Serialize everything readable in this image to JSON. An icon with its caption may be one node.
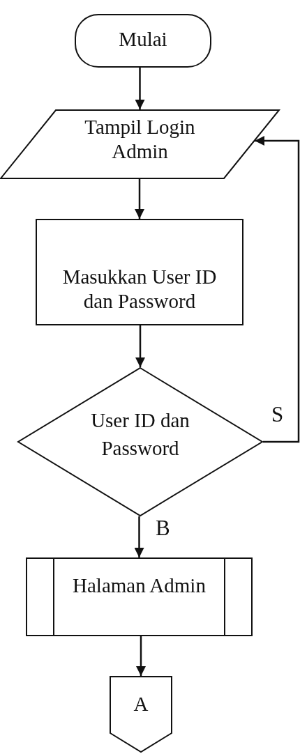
{
  "diagram": {
    "nodes": [
      {
        "text": [
          "Mulai"
        ]
      },
      {
        "text": [
          "Tampil Login Admin"
        ]
      },
      {
        "text": [
          "Masukkan User ID dan Password"
        ]
      },
      {
        "text": [
          "User ID dan Password"
        ]
      },
      {
        "text": [
          "Halaman Admin"
        ]
      },
      {
        "text": [
          "A"
        ]
      }
    ],
    "edges": [
      {
        "from": 0,
        "to": 1,
        "arrow": "to"
      },
      {
        "from": 1,
        "to": 2,
        "arrow": "to"
      },
      {
        "from": 2,
        "to": 3,
        "arrow": "to"
      },
      {
        "from": 3,
        "to": 1,
        "arrow": "to",
        "label": "S"
      },
      {
        "from": 3,
        "to": 4,
        "arrow": "to",
        "label": "B"
      },
      {
        "from": 4,
        "to": 5,
        "arrow": "to"
      }
    ]
  }
}
